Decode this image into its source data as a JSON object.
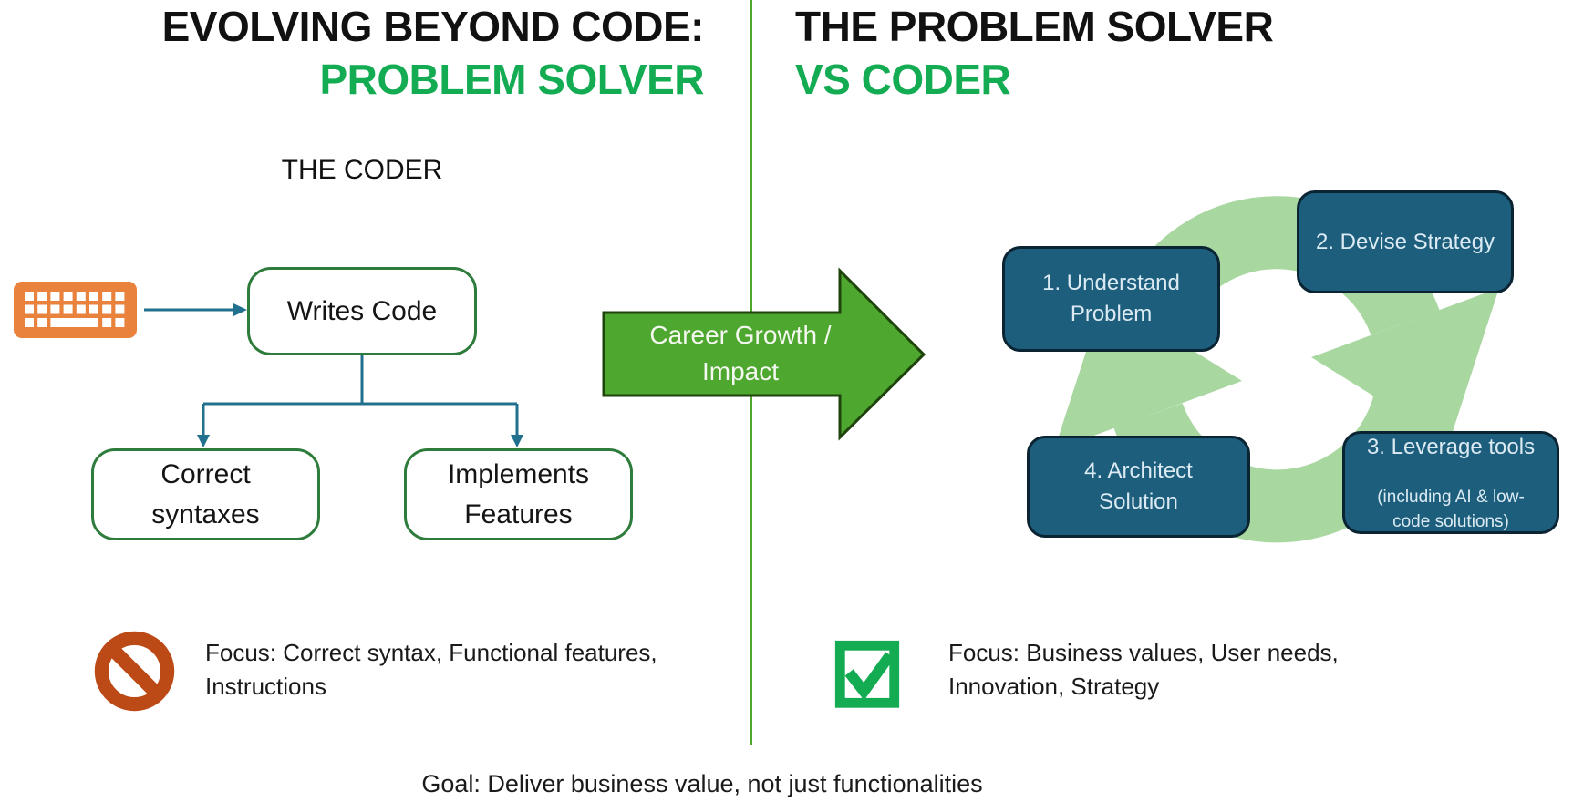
{
  "header": {
    "left_title_line1": "EVOLVING BEYOND CODE:",
    "left_title_line2": "PROBLEM SOLVER",
    "right_title_line1": "THE PROBLEM SOLVER",
    "right_title_line2": "VS CODER"
  },
  "coder": {
    "heading": "THE CODER",
    "root_box": "Writes Code",
    "child_boxes": [
      "Correct syntaxes",
      "Implements Features"
    ],
    "focus": "Focus: Correct syntax, Functional features, Instructions"
  },
  "transition": {
    "arrow_label": "Career Growth / Impact"
  },
  "problem_solver": {
    "steps": [
      {
        "label": "1. Understand Problem"
      },
      {
        "label": "2. Devise Strategy"
      },
      {
        "label": "3. Leverage tools",
        "sublabel": "(including AI & low-code solutions)"
      },
      {
        "label": "4. Architect Solution"
      }
    ],
    "focus": "Focus: Business values, User needs, Innovation, Strategy"
  },
  "footer": {
    "goal": "Goal: Deliver business value, not just functionalities"
  },
  "colors": {
    "accent_green": "#13ac53",
    "arrow_green": "#4ea72e",
    "arrow_green_border": "#1e430d",
    "cycle_light_green": "#a8d7a0",
    "teal_box_fill": "#1d5e7d",
    "teal_box_border": "#0b2433",
    "white_box_border": "#2e7c3c",
    "connector_teal": "#21708e",
    "keyboard_orange": "#e8823c",
    "prohibition_orange": "#bc4a16"
  }
}
